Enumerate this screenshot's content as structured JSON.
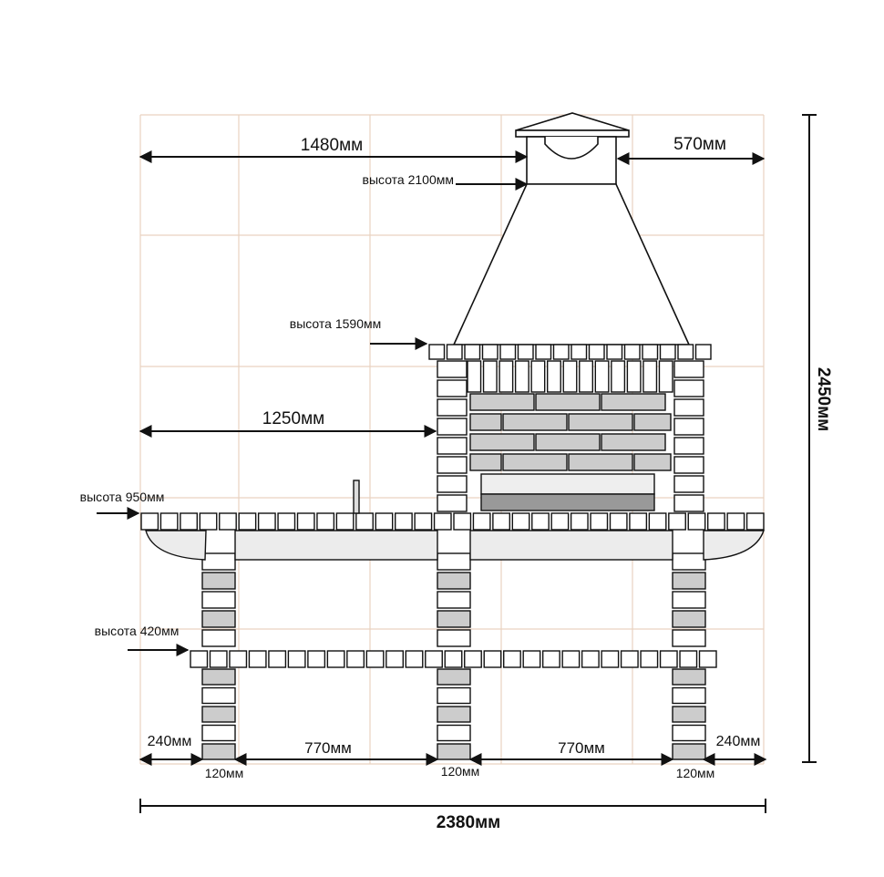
{
  "labels": {
    "chimney_left": "1480мм",
    "chimney_right": "570мм",
    "height_chimney": "высота 2100мм",
    "height_hood_base": "высота 1590мм",
    "firebox_offset": "1250мм",
    "height_worktop": "высота 950мм",
    "height_shelf": "высота 420мм",
    "side_left": "240мм",
    "span_left": "770мм",
    "span_right": "770мм",
    "side_right": "240мм",
    "pillar_left": "120мм",
    "pillar_mid": "120мм",
    "pillar_right": "120мм",
    "total_width": "2380мм",
    "total_height": "2450мм"
  },
  "colors": {
    "line": "#111111",
    "grid": "#e9d2c0",
    "brick_fill": "#ffffff",
    "brick_shade": "#cccccc"
  }
}
